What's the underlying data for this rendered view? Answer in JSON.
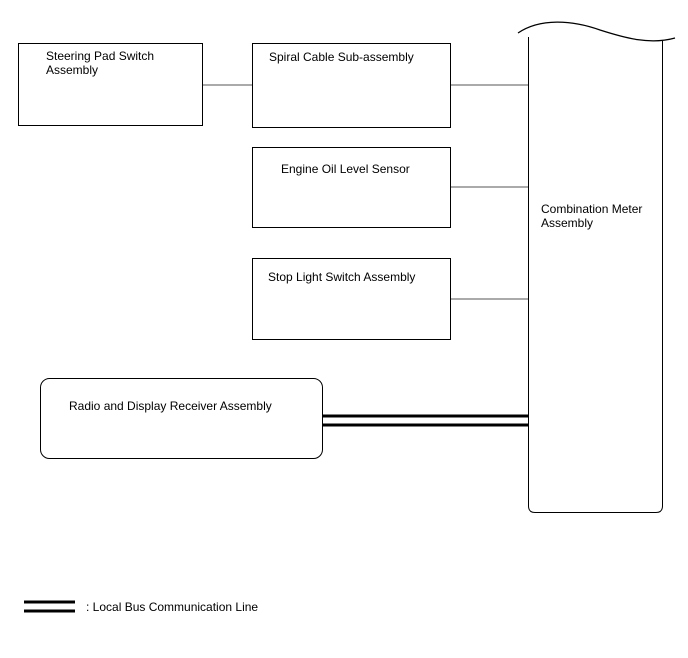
{
  "blocks": {
    "steering_pad": "Steering Pad Switch\nAssembly",
    "spiral_cable": "Spiral Cable Sub-assembly",
    "engine_oil": "Engine Oil Level Sensor",
    "stop_light": "Stop Light Switch Assembly",
    "radio": "Radio and Display Receiver Assembly",
    "combination_meter": "Combination Meter\nAssembly"
  },
  "legend": {
    "local_bus": ": Local Bus Communication Line"
  }
}
